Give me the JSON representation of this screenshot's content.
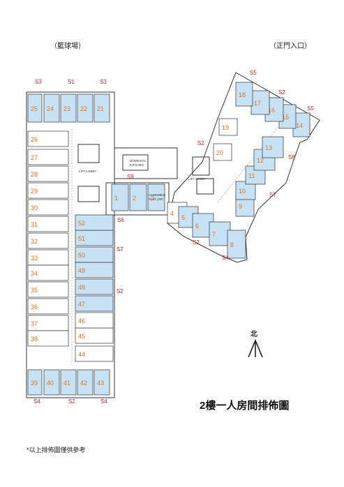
{
  "labels": {
    "basketball": "（籃球場）",
    "entrance": "（正門入口）",
    "title": "2樓一人房間排佈圖",
    "footnote": "*以上排佈圖僅供參考",
    "north": "北"
  },
  "plan_text": {
    "lift_lobby_1": "LIFT LOBBY",
    "lift_lobby_2": "LIFT LOBBY",
    "kitchen_1": "DOMESTIC",
    "kitchen_2": "KITCHEN",
    "assembly_1": "ASSEMBLE",
    "assembly_2": "PLAT (SP)"
  },
  "rooms": [
    "1",
    "2",
    "3",
    "4",
    "5",
    "6",
    "7",
    "8",
    "9",
    "10",
    "11",
    "12",
    "13",
    "14",
    "15",
    "16",
    "17",
    "18",
    "19",
    "20",
    "21",
    "22",
    "23",
    "24",
    "25",
    "26",
    "27",
    "28",
    "29",
    "30",
    "31",
    "32",
    "33",
    "34",
    "35",
    "36",
    "37",
    "38",
    "39",
    "40",
    "41",
    "42",
    "43",
    "44",
    "45",
    "46",
    "47",
    "48",
    "49",
    "50",
    "51",
    "52"
  ],
  "highlighted_rooms": [
    "1",
    "2",
    "3",
    "5",
    "6",
    "7",
    "8",
    "9",
    "10",
    "11",
    "12",
    "13",
    "14",
    "15",
    "16",
    "17",
    "18",
    "21",
    "22",
    "23",
    "24",
    "25",
    "39",
    "40",
    "41",
    "42",
    "43",
    "47",
    "48",
    "49",
    "50",
    "51",
    "52"
  ],
  "sections": [
    "S1",
    "S2",
    "S3",
    "S4",
    "S5",
    "S6",
    "S7",
    "S8",
    "S9"
  ],
  "colors": {
    "highlight": "#c6e2f4",
    "wall": "#333333",
    "room_number": "#e0731c",
    "section_label": "#d2232a"
  }
}
